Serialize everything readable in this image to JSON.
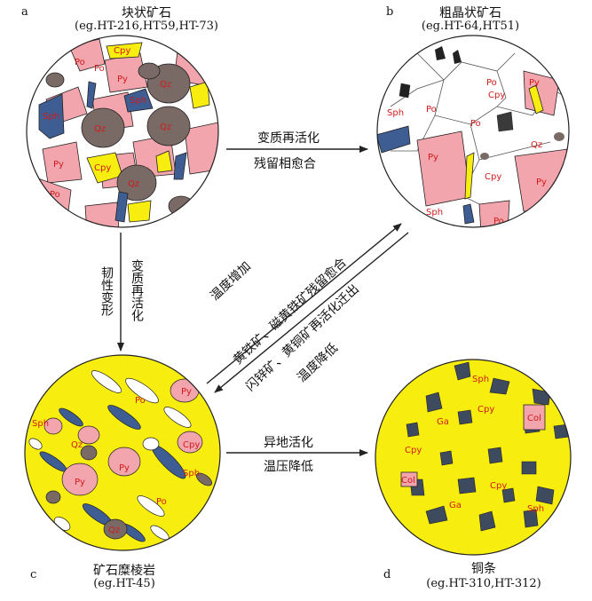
{
  "colors": {
    "pyrite": "#f2a5ad",
    "quartz": "#7a6a66",
    "sphalerite": "#3e5d92",
    "chalcopyrite": "#f7ee10",
    "label": "#d11a1a",
    "line": "#222222"
  },
  "panels": {
    "a": {
      "letter": "a",
      "title": "块状矿石",
      "example": "(eg.HT-216,HT59,HT-73)",
      "labels": [
        "Cpy",
        "Po",
        "Py",
        "Po",
        "Qz",
        "Sph",
        "Qz",
        "Qz",
        "Sph",
        "Py",
        "Cpy",
        "Qz",
        "Po"
      ]
    },
    "b": {
      "letter": "b",
      "title": "粗晶状矿石",
      "example": "(eg.HT-64,HT51)",
      "labels": [
        "Po",
        "Py",
        "Cpy",
        "Sph",
        "Po",
        "Po",
        "Qz",
        "Py",
        "Cpy",
        "Sph",
        "Po",
        "Py"
      ]
    },
    "c": {
      "letter": "c",
      "title": "矿石糜棱岩",
      "example": "(eg.HT-45)",
      "labels": [
        "Py",
        "Po",
        "Sph",
        "Qz",
        "Py",
        "Cpy",
        "Py",
        "Sph",
        "Po",
        "Qz"
      ]
    },
    "d": {
      "letter": "d",
      "title": "铜条",
      "example": "(eg.HT-310,HT-312)",
      "labels": [
        "Sph",
        "Ga",
        "Cpy",
        "Col",
        "Cpy",
        "Col",
        "Cpy",
        "Ga",
        "Sph"
      ]
    }
  },
  "arrows": {
    "a_to_b": {
      "line1": "变质再活化",
      "line2": "残留相愈合"
    },
    "a_to_c": {
      "line1": "变质再活化",
      "line2": "韧性变形"
    },
    "c_to_b": {
      "line1": "温度增加",
      "line2": "黄铁矿、磁黄铁矿残留愈合"
    },
    "b_to_c": {
      "line1": "闪锌矿、黄铜矿再活化迁出",
      "line2": "温度降低"
    },
    "c_to_d": {
      "line1": "异地活化",
      "line2": "温压降低"
    }
  }
}
